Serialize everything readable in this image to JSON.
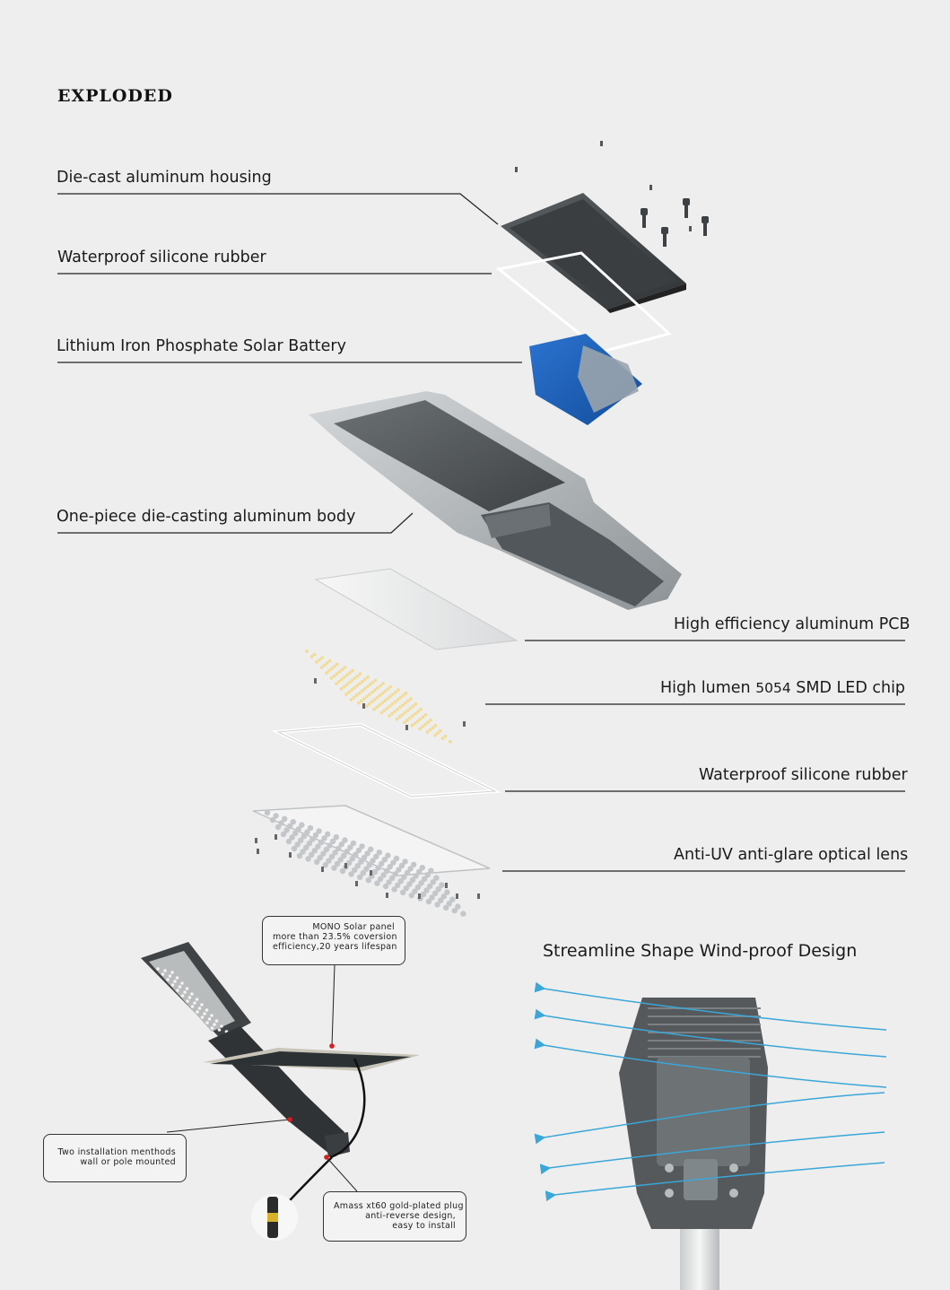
{
  "title": "EXPLODED",
  "left_labels": [
    "Die-cast aluminum housing",
    "Waterproof silicone rubber",
    "Lithium Iron Phosphate Solar Battery",
    "One-piece die-casting aluminum body"
  ],
  "right_labels": {
    "pcb": "High efficiency aluminum PCB",
    "led_prefix": "High lumen",
    "led_number": "5054",
    "led_suffix": "SMD LED chip",
    "rubber": "Waterproof silicone rubber",
    "lens": "Anti-UV anti-glare optical lens"
  },
  "callouts": {
    "solar": [
      "MONO Solar panel",
      "more than 23.5% coversion",
      "efficiency,20 years lifespan"
    ],
    "install": [
      "Two installation menthods",
      "wall or pole mounted"
    ],
    "plug": [
      "Amass xt60 gold-plated plug",
      "anti-reverse design,",
      "easy to install"
    ]
  },
  "wind_heading": "Streamline Shape Wind-proof Design",
  "colors": {
    "background": "#eeeeee",
    "housing": "#4a4f52",
    "battery": "#1f5fb8",
    "wind_arrow": "#3aa7d8",
    "led_chip": "#f2dc9a"
  }
}
